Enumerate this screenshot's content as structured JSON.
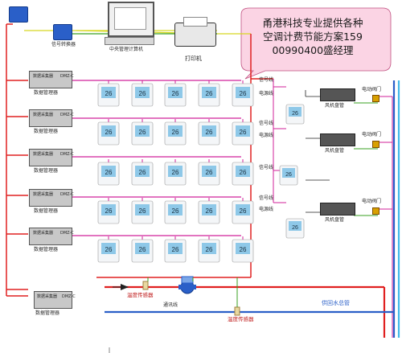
{
  "callout": {
    "lines": [
      "甬港科技专业提供各种",
      "空调计费节能方案159",
      "00990400盛经理"
    ]
  },
  "top": {
    "signal_converter": "信号转换器",
    "central_computer": "中央管理计算机",
    "printer": "打印机"
  },
  "managers": {
    "title": "数据采集器",
    "subtitle": "DMZ-C",
    "label": "数据管理器"
  },
  "bottom_collector": "数据采集器",
  "thermostat": {
    "display": "26",
    "rows": [
      5,
      5,
      5,
      5,
      5
    ]
  },
  "fan_coil": {
    "signal_line": "信号线",
    "power_line": "电源线",
    "fan_coil_label": "风机盘管",
    "valve_label": "电动阀门"
  },
  "pipes": {
    "temp_sensor": "温度传感器",
    "comm_line": "通讯线",
    "supply_return": "供回水总管"
  },
  "colors": {
    "red": "#e02020",
    "magenta": "#d0209a",
    "green": "#3aa020",
    "yellow": "#d8d820",
    "blue_pipe": "#2a5fc8",
    "cyan_pipe": "#40b8e8",
    "bubble": "#fbd4e4"
  }
}
